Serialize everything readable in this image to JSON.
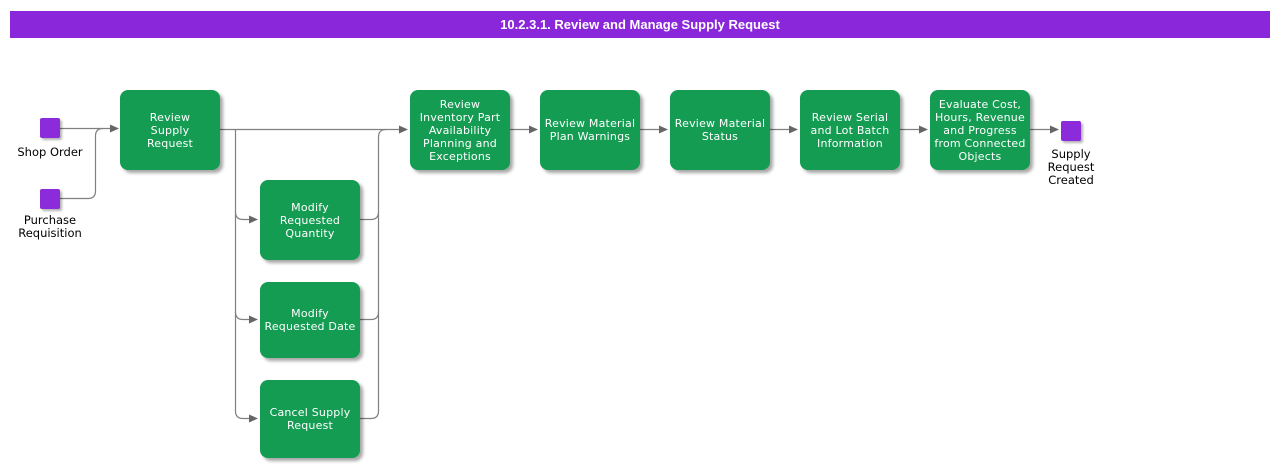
{
  "title": "10.2.3.1. Review and Manage Supply Request",
  "colors": {
    "title_bar_bg": "#8B27DB",
    "title_text": "#FFFFFF",
    "activity_bg": "#149C52",
    "activity_text": "#FFFFFF",
    "event_bg": "#8C2BD9",
    "connector": "#808080",
    "arrowhead": "#666666",
    "label_text": "#000000",
    "page_bg": "#FFFFFF"
  },
  "events": {
    "shop_order": {
      "label": "Shop Order"
    },
    "purchase_requisition": {
      "label": "Purchase\nRequisition"
    },
    "supply_request_created": {
      "label": "Supply\nRequest\nCreated"
    }
  },
  "activities": {
    "review_supply_request": {
      "label": "Review\nSupply\nRequest"
    },
    "review_inventory_part": {
      "label": "Review\nInventory Part\nAvailability\nPlanning and\nExceptions"
    },
    "review_material_plan_warnings": {
      "label": "Review Material\nPlan Warnings"
    },
    "review_material_status": {
      "label": "Review Material\nStatus"
    },
    "review_serial_lot_batch": {
      "label": "Review Serial\nand Lot Batch\nInformation"
    },
    "evaluate_cost_hours_revenue": {
      "label": "Evaluate Cost,\nHours, Revenue\nand Progress\nfrom Connected\nObjects"
    },
    "modify_requested_quantity": {
      "label": "Modify\nRequested\nQuantity"
    },
    "modify_requested_date": {
      "label": "Modify\nRequested Date"
    },
    "cancel_supply_request": {
      "label": "Cancel Supply\nRequest"
    }
  }
}
